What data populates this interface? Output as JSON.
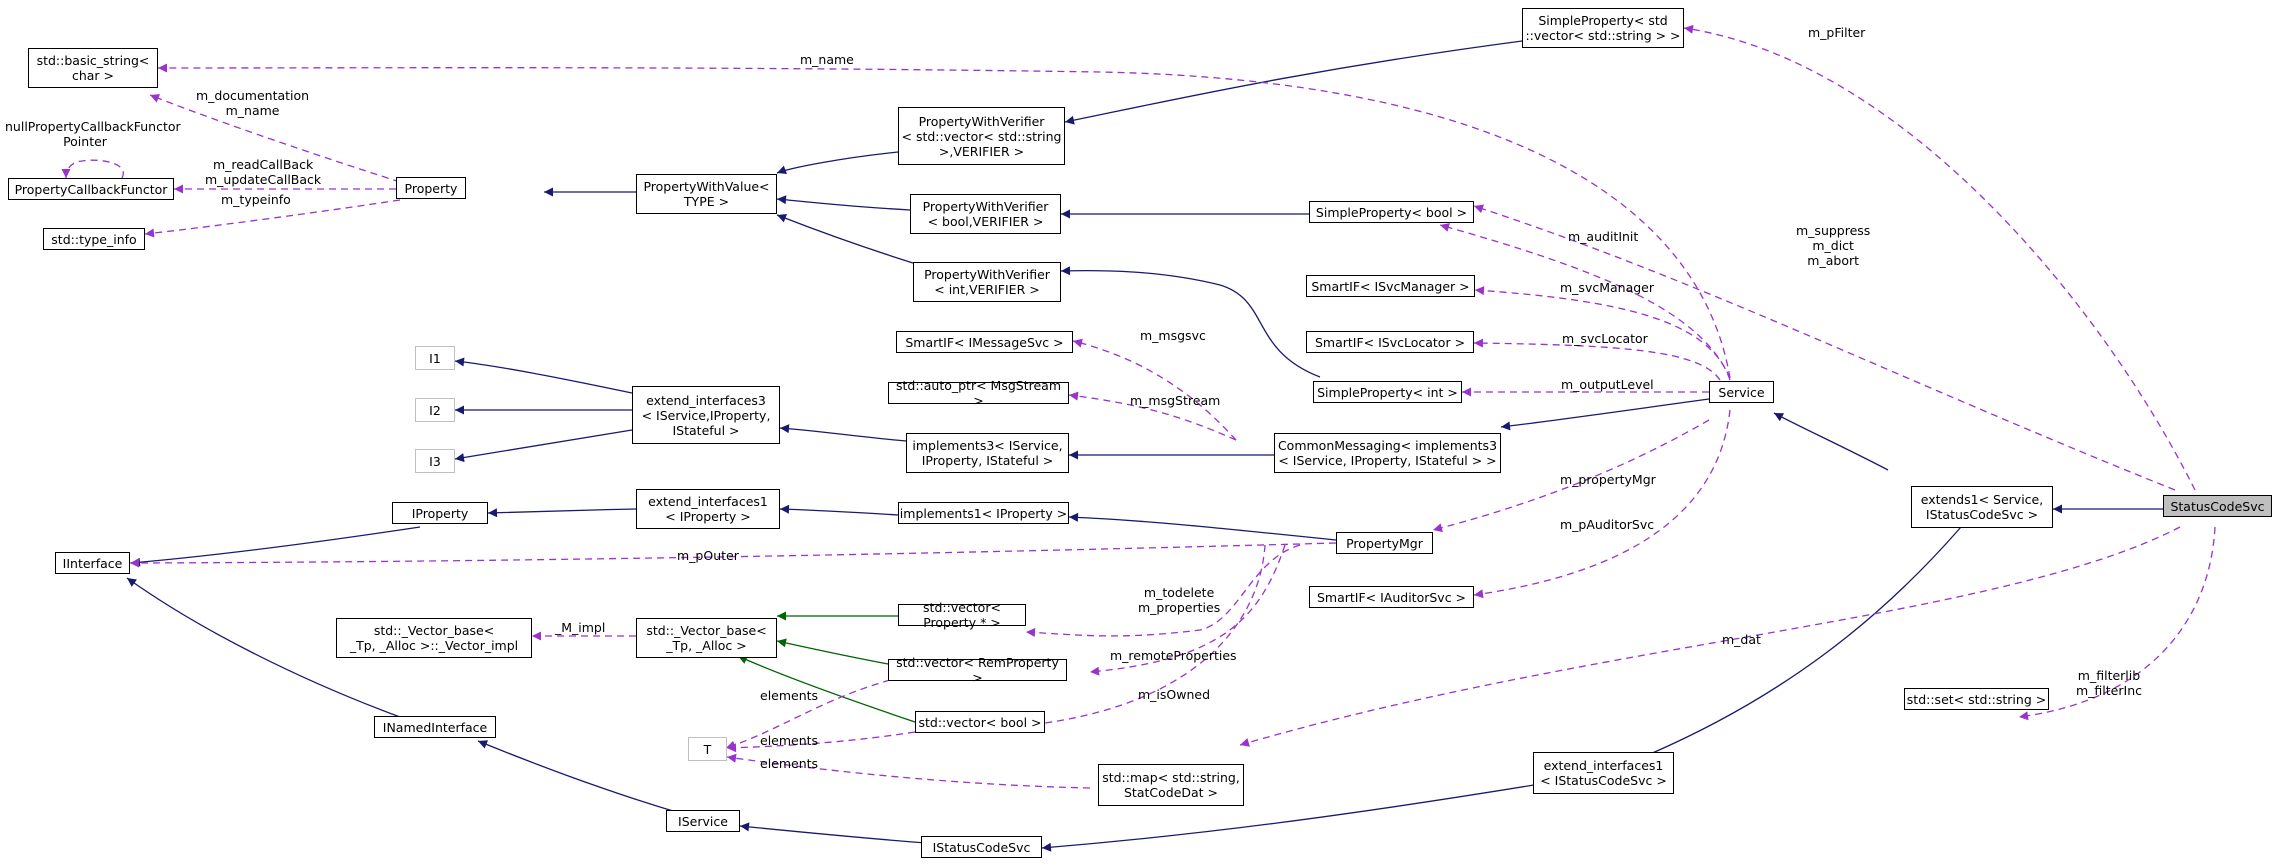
{
  "nodes": {
    "basic_string": [
      "std::basic_string<",
      "char >"
    ],
    "null_callback": [
      "nullPropertyCallbackFunctor",
      "Pointer"
    ],
    "callback_functor": [
      "PropertyCallbackFunctor"
    ],
    "type_info": [
      "std::type_info"
    ],
    "property": [
      "Property"
    ],
    "pwv_type": [
      "PropertyWithValue<",
      "TYPE >"
    ],
    "pwver_vector": [
      "PropertyWithVerifier",
      "< std::vector< std::string",
      ">,VERIFIER >"
    ],
    "pwver_bool": [
      "PropertyWithVerifier",
      "< bool,VERIFIER >"
    ],
    "pwver_int": [
      "PropertyWithVerifier",
      "< int,VERIFIER >"
    ],
    "sp_vector": [
      "SimpleProperty< std",
      "::vector< std::string > >"
    ],
    "sp_bool": [
      "SimpleProperty< bool >"
    ],
    "sp_int": [
      "SimpleProperty< int >"
    ],
    "sif_svcmanager": [
      "SmartIF< ISvcManager >"
    ],
    "sif_svclocator": [
      "SmartIF< ISvcLocator >"
    ],
    "sif_msgsvc": [
      "SmartIF< IMessageSvc >"
    ],
    "auto_ptr": [
      "std::auto_ptr< MsgStream >"
    ],
    "i1": [
      "I1"
    ],
    "i2": [
      "I2"
    ],
    "i3": [
      "I3"
    ],
    "ext_if3": [
      "extend_interfaces3",
      "< IService,IProperty,",
      "IStateful >"
    ],
    "impl3": [
      "implements3< IService,",
      "IProperty, IStateful >"
    ],
    "common_messaging": [
      "CommonMessaging< implements3",
      "< IService, IProperty, IStateful > >"
    ],
    "service": [
      "Service"
    ],
    "iproperty": [
      "IProperty"
    ],
    "ext_if1_iprop": [
      "extend_interfaces1",
      "< IProperty >"
    ],
    "impl1": [
      "implements1< IProperty >"
    ],
    "property_mgr": [
      "PropertyMgr"
    ],
    "iinterface": [
      "IInterface"
    ],
    "sif_auditor": [
      "SmartIF< IAuditorSvc >"
    ],
    "extends1": [
      "extends1< Service,",
      "IStatusCodeSvc >"
    ],
    "status_code_svc": [
      "StatusCodeSvc"
    ],
    "vector_impl": [
      "std::_Vector_base<",
      "_Tp, _Alloc >::_Vector_impl"
    ],
    "vector_base": [
      "std::_Vector_base<",
      "_Tp, _Alloc >"
    ],
    "vec_property": [
      "std::vector< Property * >"
    ],
    "vec_remprop": [
      "std::vector< RemProperty >"
    ],
    "vec_bool": [
      "std::vector< bool >"
    ],
    "t": [
      "T"
    ],
    "set_string": [
      "std::set< std::string >"
    ],
    "inamed": [
      "INamedInterface"
    ],
    "map_string": [
      "std::map< std::string,",
      "StatCodeDat >"
    ],
    "ext_if1_isc": [
      "extend_interfaces1",
      "< IStatusCodeSvc >"
    ],
    "iservice": [
      "IService"
    ],
    "istatuscodesvc": [
      "IStatusCodeSvc"
    ]
  },
  "edge_labels": {
    "m_name_top": [
      "m_name"
    ],
    "m_pfilter": [
      "m_pFilter"
    ],
    "m_doc": [
      "m_documentation",
      "m_name"
    ],
    "m_readcb": [
      "m_readCallBack",
      "m_updateCallBack"
    ],
    "m_typeinfo": [
      "m_typeinfo"
    ],
    "m_suppress": [
      "m_suppress",
      "m_dict",
      "m_abort"
    ],
    "m_auditinit": [
      "m_auditInit"
    ],
    "m_svcmanager": [
      "m_svcManager"
    ],
    "m_svclocator": [
      "m_svcLocator"
    ],
    "m_msgsvc": [
      "m_msgsvc"
    ],
    "m_msgstream": [
      "m_msgStream"
    ],
    "m_outputlevel": [
      "m_outputLevel"
    ],
    "m_propertymgr": [
      "m_propertyMgr"
    ],
    "m_pouter": [
      "m_pOuter"
    ],
    "m_pauditor": [
      "m_pAuditorSvc"
    ],
    "m_todelete": [
      "m_todelete",
      "m_properties"
    ],
    "m_impl": [
      "_M_impl"
    ],
    "m_dat": [
      "m_dat"
    ],
    "m_remote": [
      "m_remoteProperties"
    ],
    "m_filterlib": [
      "m_filterlib",
      "m_filterInc"
    ],
    "elements1": [
      "elements"
    ],
    "m_isowned": [
      "m_isOwned"
    ],
    "elements2": [
      "elements"
    ],
    "elements3": [
      "elements"
    ]
  },
  "colors": {
    "inheritance": "#191970",
    "template_instance": "#006400",
    "usage": "#9a32cd",
    "focus_fill": "#bfbfbf",
    "grey_border": "#bfbfbf"
  }
}
